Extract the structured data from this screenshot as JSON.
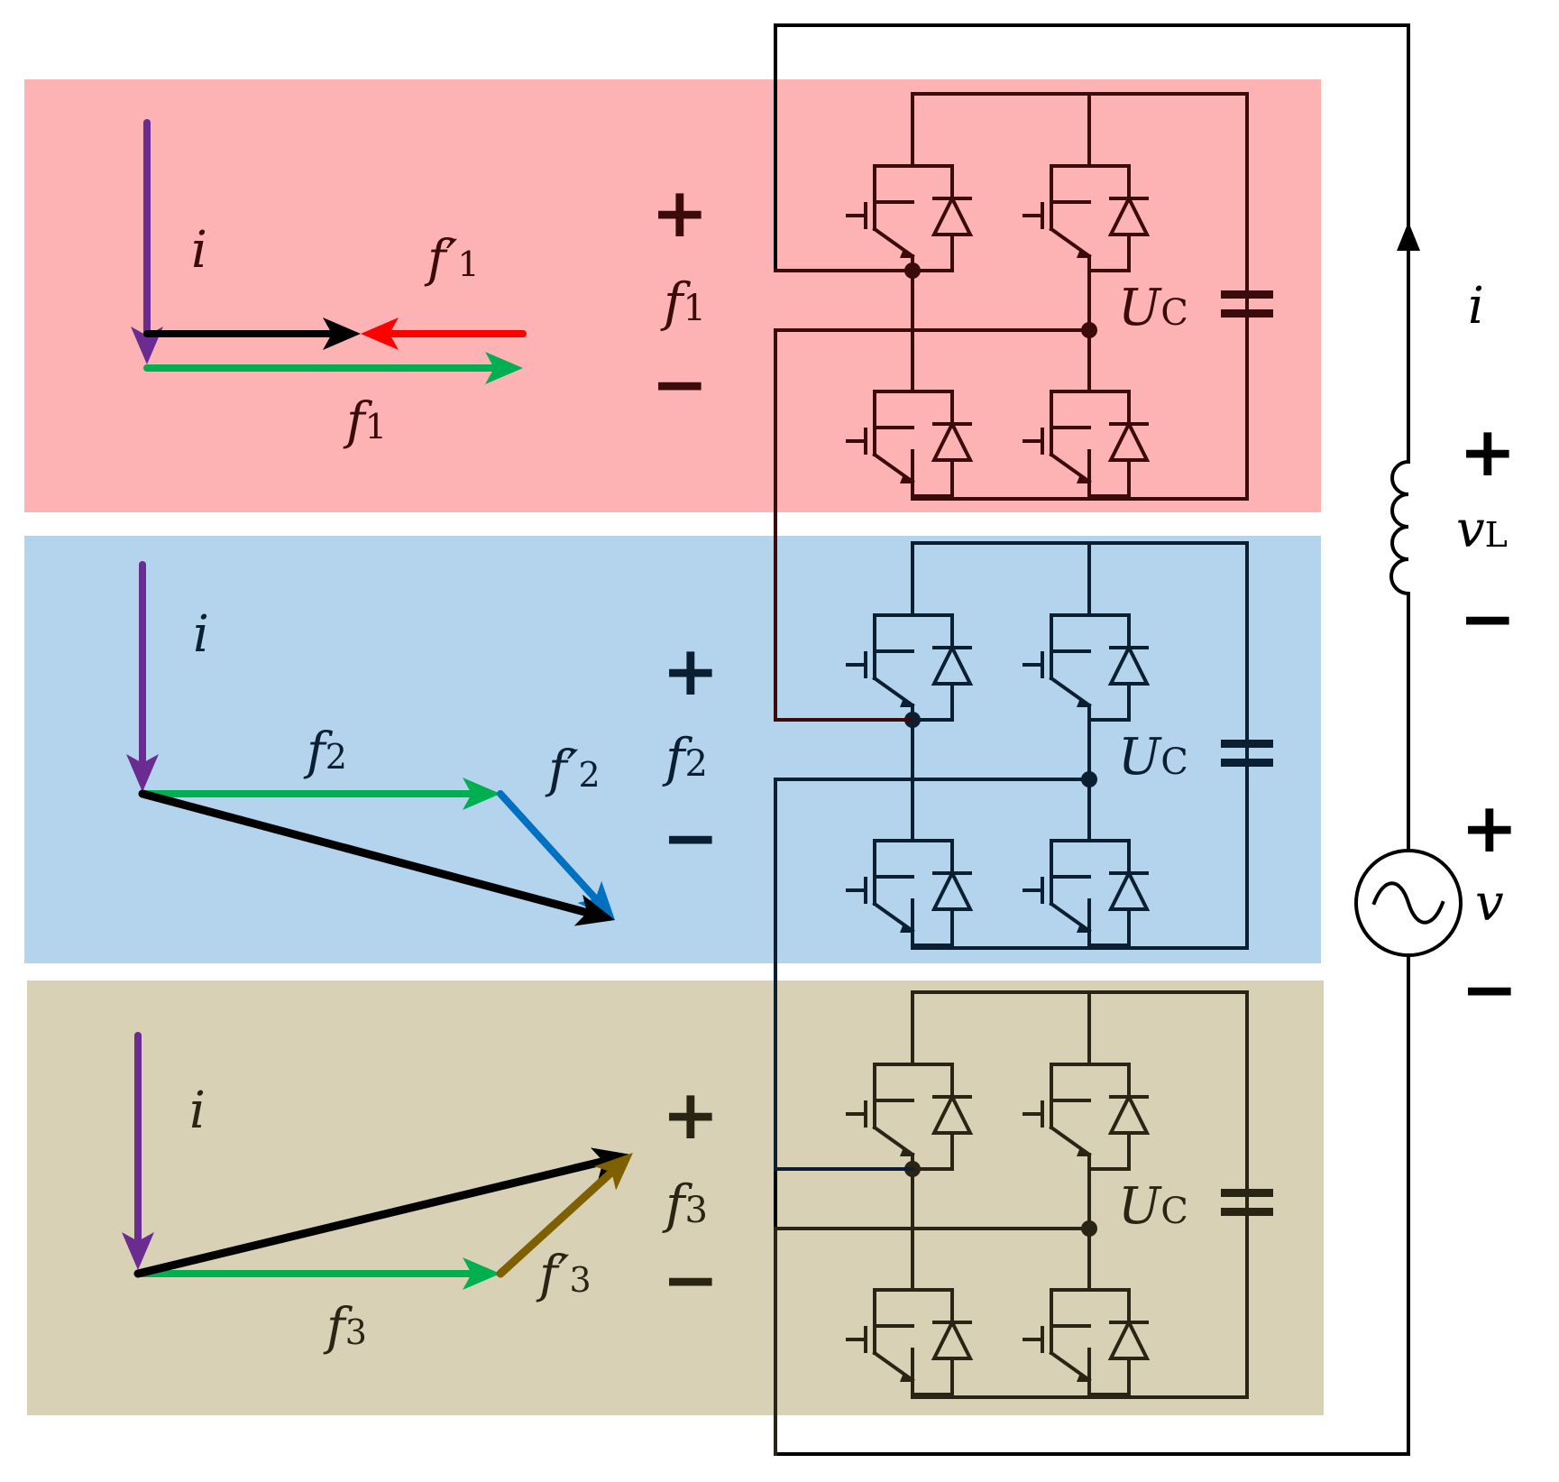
{
  "colors": {
    "panel_1_bg": "#fdb3b3",
    "panel_2_bg": "#b4d3ec",
    "panel_3_bg": "#d9d1b5",
    "panel_1_ink": "#3b0a0a",
    "panel_2_ink": "#0b1f33",
    "panel_3_ink": "#2a2415",
    "current_phasor": "#6a2c91",
    "fundamental_phasor": "#00b050",
    "resultant_phasor": "#000000",
    "f1_prime_phasor": "#ff0000",
    "f2_prime_phasor": "#0070c0",
    "f3_prime_phasor": "#7f6000",
    "main_loop": "#000000"
  },
  "panels": [
    {
      "phasor_current_label": "i",
      "fundamental_label": "f",
      "fundamental_sub": "1",
      "prime_label": "f′",
      "prime_sub": "1",
      "port_label": "f",
      "port_sub": "1",
      "plus": "+",
      "minus": "−",
      "cap_label": "U",
      "cap_sub": "C"
    },
    {
      "phasor_current_label": "i",
      "fundamental_label": "f",
      "fundamental_sub": "2",
      "prime_label": "f′",
      "prime_sub": "2",
      "port_label": "f",
      "port_sub": "2",
      "plus": "+",
      "minus": "−",
      "cap_label": "U",
      "cap_sub": "C"
    },
    {
      "phasor_current_label": "i",
      "fundamental_label": "f",
      "fundamental_sub": "3",
      "prime_label": "f′",
      "prime_sub": "3",
      "port_label": "f",
      "port_sub": "3",
      "plus": "+",
      "minus": "−",
      "cap_label": "U",
      "cap_sub": "C"
    }
  ],
  "loop": {
    "current_label": "i",
    "inductor_voltage_label": "v",
    "inductor_voltage_sub": "L",
    "source_voltage_label": "v",
    "plus": "+",
    "minus": "−",
    "inductor_icon": "inductor-icon",
    "source_icon": "ac-source-icon"
  }
}
